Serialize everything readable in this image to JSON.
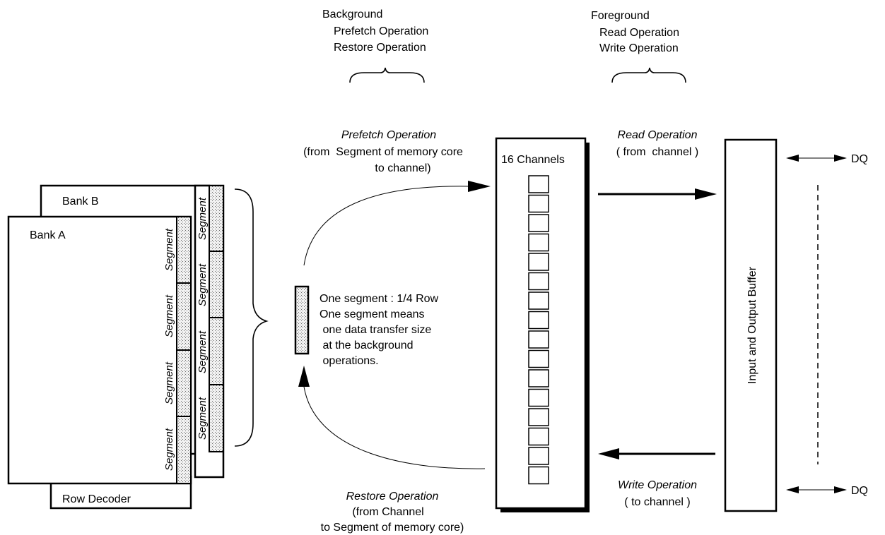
{
  "background_ops": {
    "heading": "Background",
    "items": [
      "Prefetch Operation",
      "Restore Operation"
    ]
  },
  "foreground_ops": {
    "heading": "Foreground",
    "items": [
      "Read Operation",
      "Write Operation"
    ]
  },
  "prefetch_label": {
    "title": "Prefetch Operation",
    "line2": "(from  Segment of memory core",
    "line3": "to channel)"
  },
  "restore_label": {
    "title": "Restore Operation",
    "line2": "(from Channel",
    "line3": "to Segment of memory core)"
  },
  "read_label": {
    "title": "Read Operation",
    "line2": "( from  channel )"
  },
  "write_label": {
    "title": "Write Operation",
    "line2": "( to channel )"
  },
  "bank_b": {
    "title": "Bank B",
    "segments": [
      "Segment",
      "Segment",
      "Segment",
      "Segment"
    ]
  },
  "bank_a": {
    "title": "Bank A",
    "segments": [
      "Segment",
      "Segment",
      "Segment",
      "Segment"
    ]
  },
  "row_decoder": "Row Decoder",
  "segment_note": [
    "One segment : 1/4 Row",
    "One segment means",
    " one data transfer size",
    " at the background",
    " operations."
  ],
  "channels": {
    "title": "16 Channels",
    "count": 16
  },
  "io_buffer": "Input and Output Buffer",
  "dq_top": "DQ",
  "dq_bottom": "DQ",
  "colors": {
    "line": "#000000",
    "hatch": "#c8c8c8",
    "background": "#ffffff"
  }
}
